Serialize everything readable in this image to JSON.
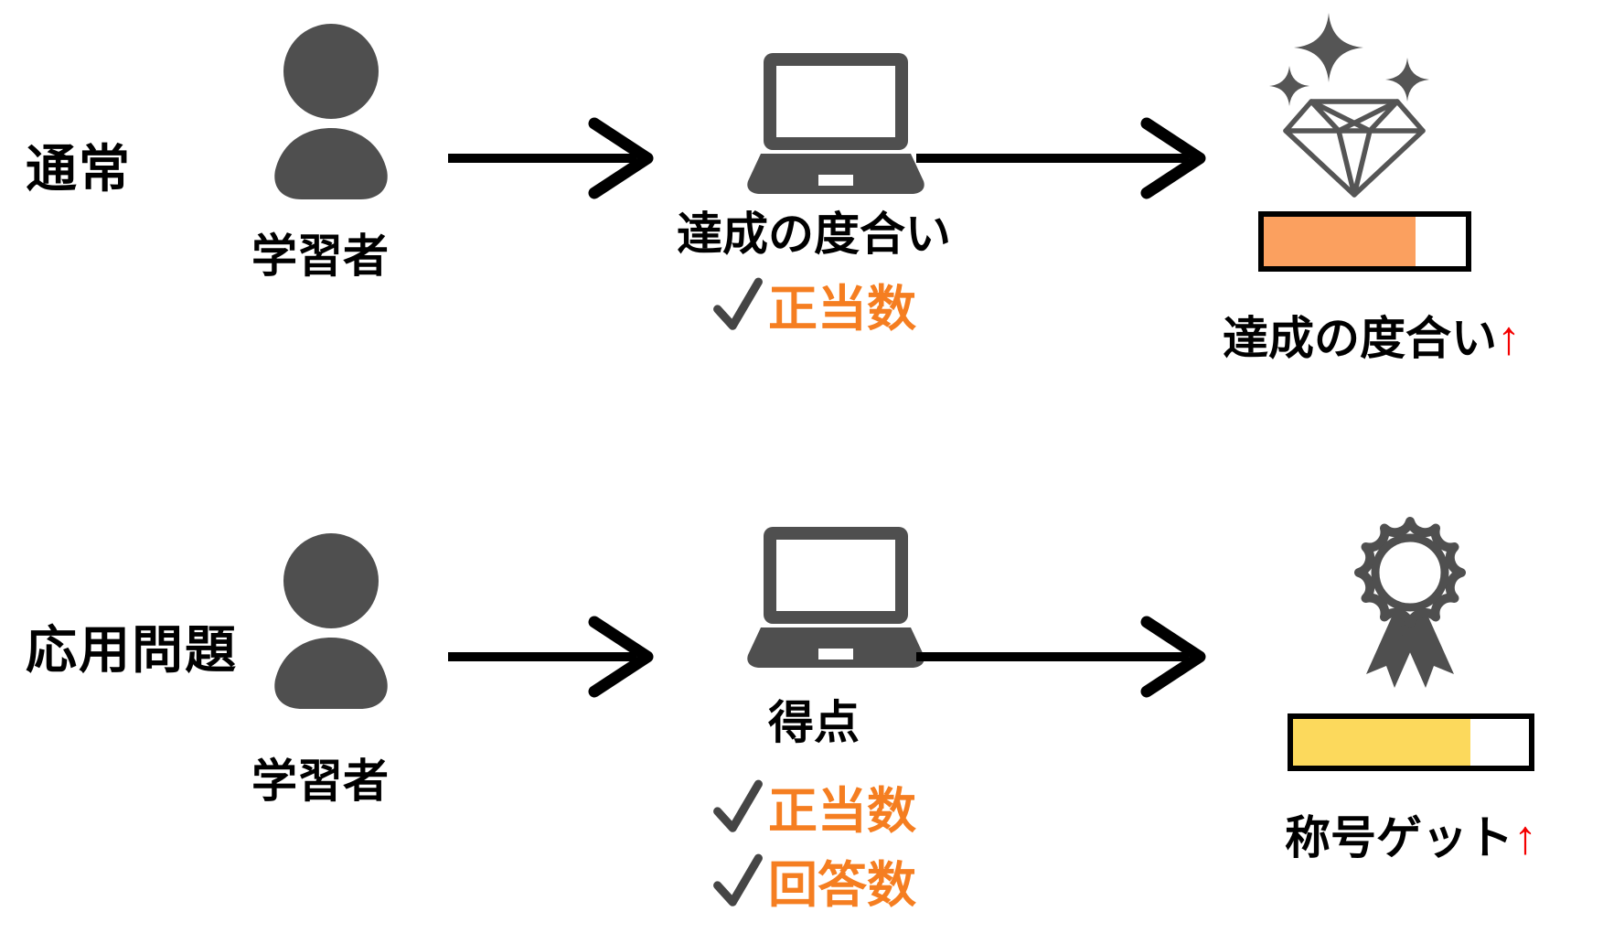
{
  "figure": {
    "rows": [
      {
        "category_label": "通常",
        "actor_label": "学習者",
        "process_label": "達成の度合い",
        "checks": [
          "正当数"
        ],
        "result_label": "達成の度合い",
        "result_arrow": "↑",
        "progress_percent": 75,
        "bar_color": "#FBA05F",
        "result_icon": "sparkling-diamond-icon"
      },
      {
        "category_label": "応用問題",
        "actor_label": "学習者",
        "process_label": "得点",
        "checks": [
          "正当数",
          "回答数"
        ],
        "result_label": "称号ゲット",
        "result_arrow": "↑",
        "progress_percent": 75,
        "bar_color": "#FCD95C",
        "result_icon": "award-ribbon-icon"
      }
    ],
    "colors": {
      "icon_gray": "#4F4F4F",
      "check_gray": "#454545",
      "accent_orange": "#F57E21",
      "bar_orange": "#FBA05F",
      "bar_yellow": "#FCD95C",
      "arrow_red": "#F40000",
      "text_black": "#000000",
      "background": "#FFFFFF"
    }
  }
}
